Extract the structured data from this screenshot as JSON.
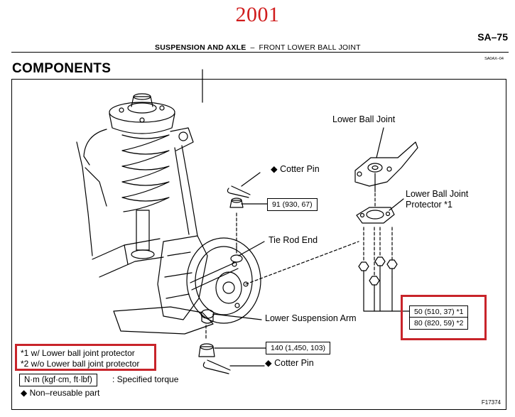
{
  "header": {
    "year": "2001",
    "page_code": "SA–75",
    "section": "SUSPENSION AND AXLE",
    "separator": "–",
    "subsection": "FRONT LOWER BALL JOINT",
    "small_code": "SA0AX–04"
  },
  "title": "COMPONENTS",
  "callouts": {
    "lower_ball_joint": "Lower Ball Joint",
    "protector_line1": "Lower Ball Joint",
    "protector_line2": "Protector *1",
    "cotter_pin_top": "◆ Cotter Pin",
    "tie_rod_end": "Tie Rod End",
    "lower_suspension_arm": "Lower Suspension Arm",
    "cotter_pin_bottom": "◆ Cotter Pin"
  },
  "torque_specs": {
    "tie_rod_nut": "91 (930, 67)",
    "protector_bolt_1": "50 (510, 37) *1",
    "protector_bolt_2": "80 (820, 59) *2",
    "ball_joint_nut": "140 (1,450, 103)"
  },
  "notes": {
    "note1": "*1 w/ Lower ball joint protector",
    "note2": "*2 w/o Lower ball joint protector",
    "torque_unit": "N·m (kgf·cm, ft·lbf)",
    "torque_desc": ": Specified torque",
    "non_reusable": "◆ Non–reusable part"
  },
  "figure_id": "F17374",
  "colors": {
    "highlight": "#c8242a",
    "year": "#d01c1c"
  }
}
